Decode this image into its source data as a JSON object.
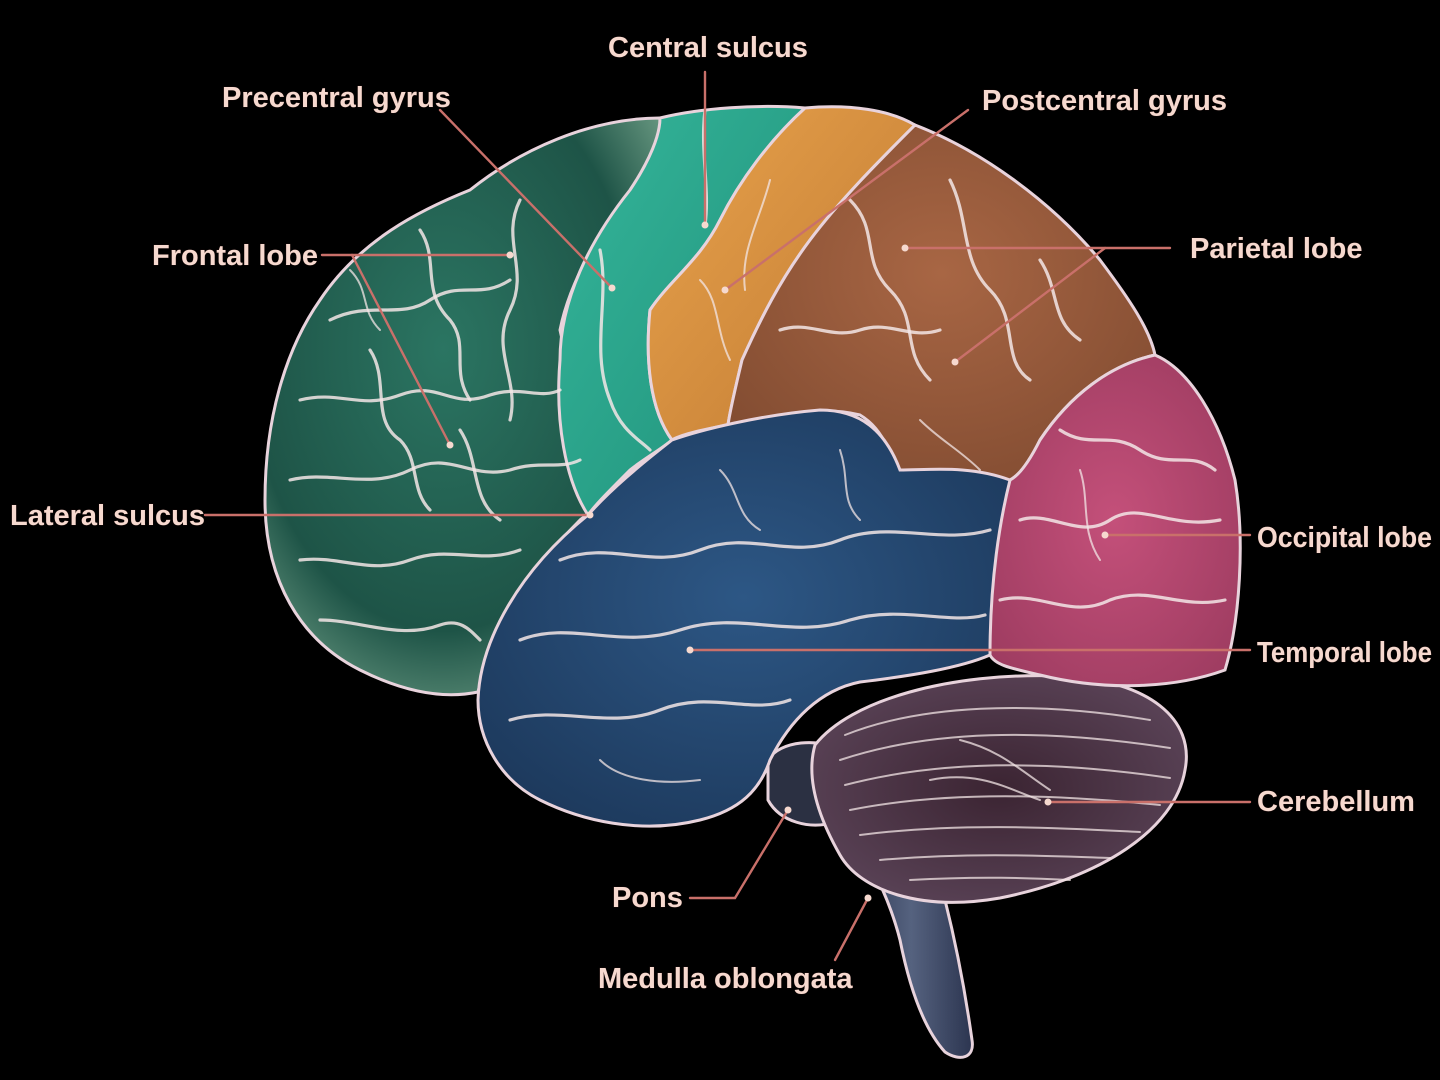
{
  "labels": {
    "central_sulcus": "Central sulcus",
    "precentral_gyrus": "Precentral gyrus",
    "postcentral_gyrus": "Postcentral gyrus",
    "frontal_lobe": "Frontal lobe",
    "parietal_lobe": "Parietal lobe",
    "lateral_sulcus": "Lateral sulcus",
    "occipital_lobe": "Occipital lobe",
    "temporal_lobe": "Temporal lobe",
    "cerebellum": "Cerebellum",
    "pons": "Pons",
    "medulla_oblongata": "Medulla oblongata"
  },
  "colors": {
    "background": "#000000",
    "frontal_lobe": "#1f5a4c",
    "precentral_gyrus": "#2aa58e",
    "postcentral_gyrus": "#d9913f",
    "parietal_lobe": "#9a5a3a",
    "occipital_lobe": "#b8456e",
    "temporal_lobe": "#24476e",
    "cerebellum": "#3a2a35",
    "brainstem": "#3e4a66",
    "label_text": "#f6d9cf",
    "leader_line": "#c9706a"
  }
}
